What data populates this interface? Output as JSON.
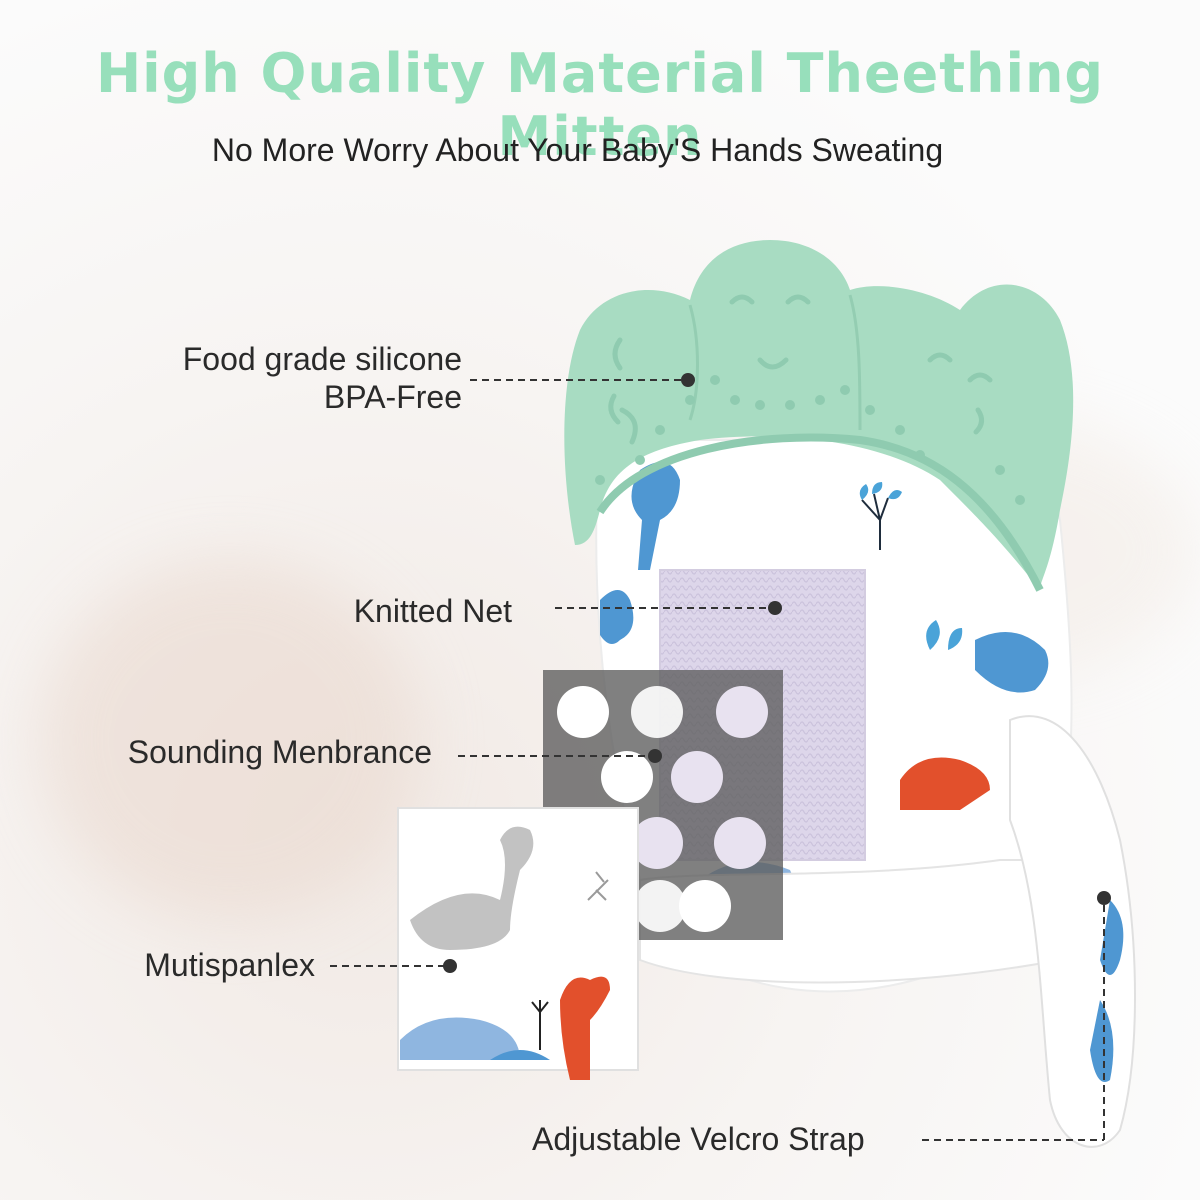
{
  "header": {
    "title": "High Quality Material Theething Mitten",
    "subtitle": "No More Worry About Your Baby'S Hands Sweating"
  },
  "callouts": [
    {
      "id": "silicone",
      "line1": "Food grade silicone",
      "line2": "BPA-Free"
    },
    {
      "id": "net",
      "line1": "Knitted Net"
    },
    {
      "id": "membrane",
      "line1": "Sounding Menbrance"
    },
    {
      "id": "spandex",
      "line1": "Mutispanlex"
    },
    {
      "id": "strap",
      "line1": "Adjustable Velcro Strap"
    }
  ],
  "colors": {
    "title": "#97dfbb",
    "silicone": "#a8dcc2",
    "silicone_dark": "#8fcbb0",
    "fabric": "#ffffff",
    "net": "#ddd6ea",
    "membrane": "#5c5c5c",
    "dino_blue": "#4f97d2",
    "dino_red": "#e2502c",
    "dino_grey": "#c2c2c2"
  }
}
